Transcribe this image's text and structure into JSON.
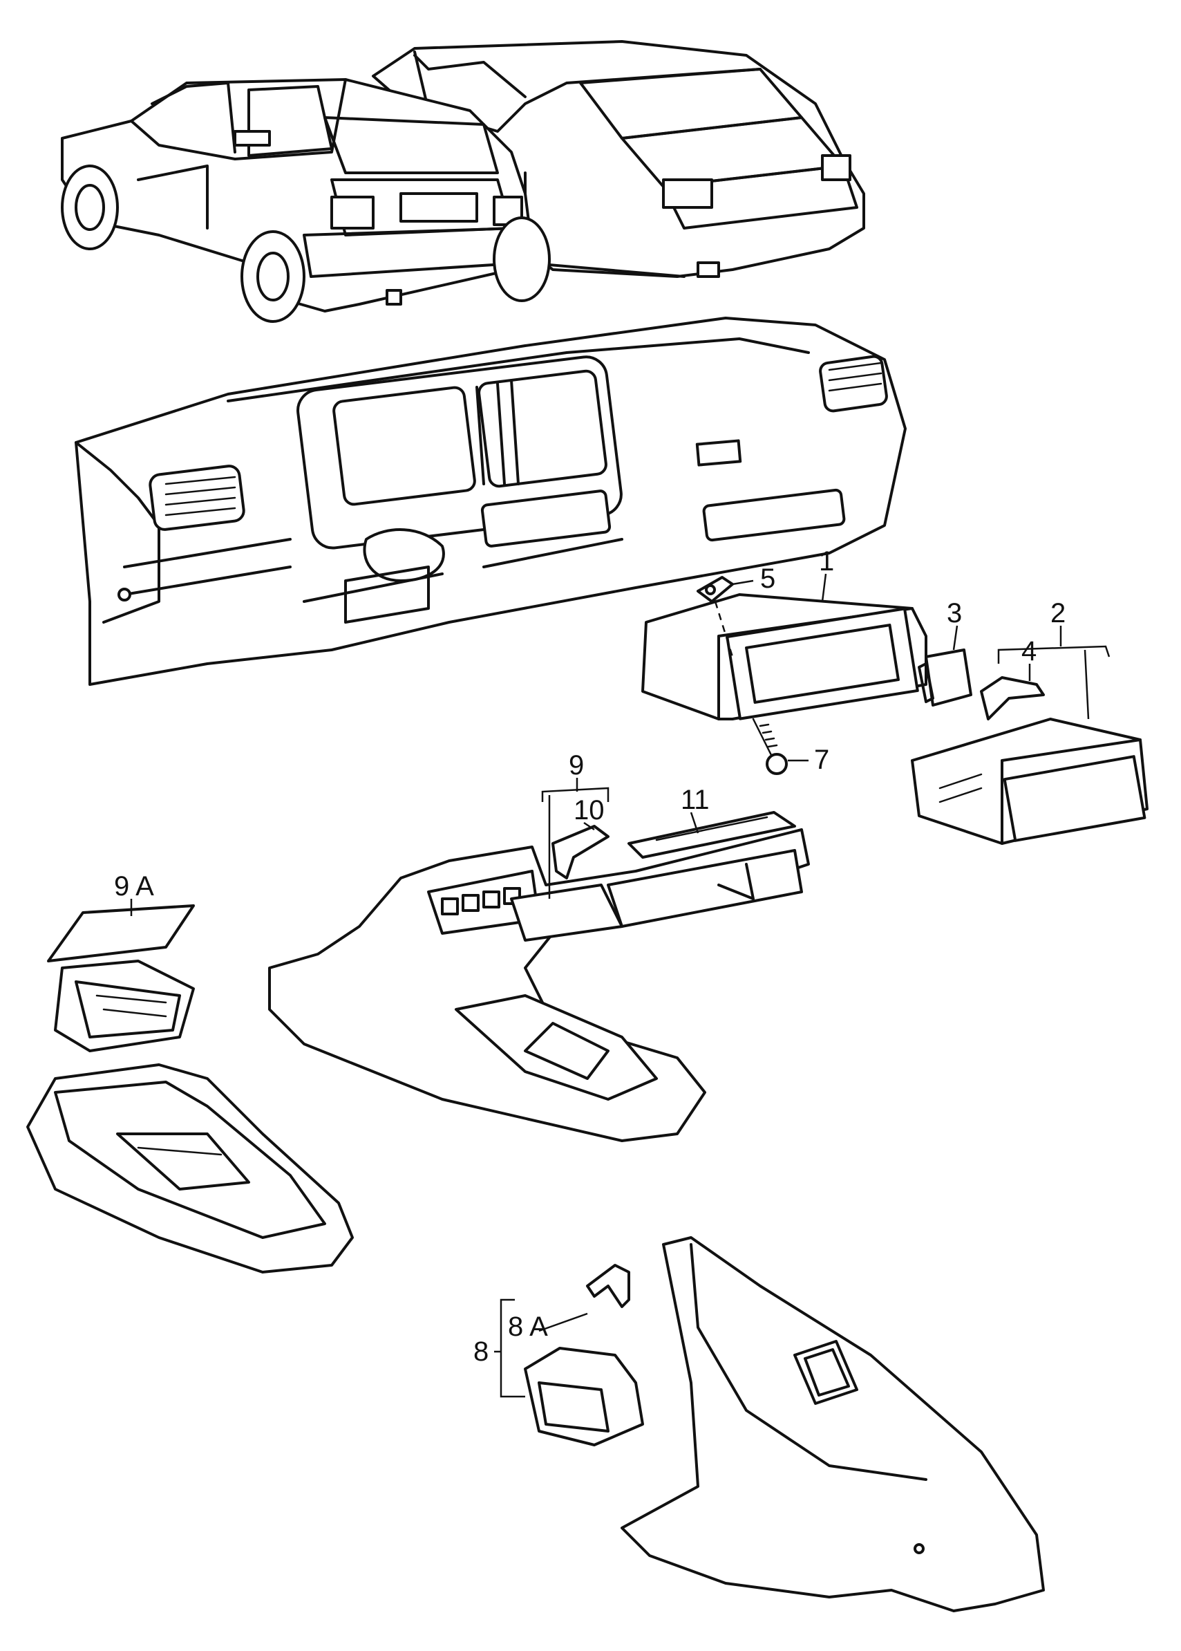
{
  "callouts": {
    "c1": "1",
    "c2": "2",
    "c3": "3",
    "c4": "4",
    "c5": "5",
    "c7": "7",
    "c8": "8",
    "c8a": "8 A",
    "c9": "9",
    "c9a": "9 A",
    "c10": "10",
    "c11": "11"
  }
}
